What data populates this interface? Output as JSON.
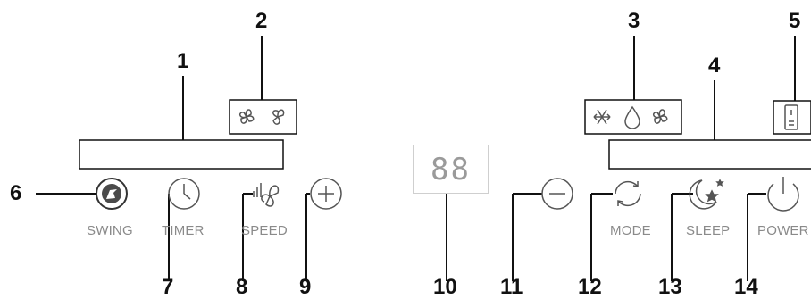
{
  "callouts": [
    "1",
    "2",
    "3",
    "4",
    "5",
    "6",
    "7",
    "8",
    "9",
    "10",
    "11",
    "12",
    "13",
    "14"
  ],
  "buttons": {
    "swing": "SWING",
    "timer": "TIMER",
    "speed": "SPEED",
    "mode": "MODE",
    "sleep": "SLEEP",
    "power": "POWER"
  },
  "display": {
    "value": "88"
  },
  "icons": {
    "fan_indicators": [
      "fan-low-icon",
      "fan-high-icon"
    ],
    "mode_indicators": [
      "snowflake-icon",
      "droplet-icon",
      "fan-icon"
    ],
    "tank_indicator": "water-tank-icon",
    "swing": "swing-icon",
    "timer": "clock-icon",
    "speed": "fan-speed-icon",
    "plus": "plus-icon",
    "minus": "minus-icon",
    "mode": "cycle-arrows-icon",
    "sleep": "moon-stars-icon",
    "power": "power-icon"
  },
  "colors": {
    "line": "#111111",
    "icon": "#555555",
    "label": "#8a8a8a",
    "display_border": "#cfcfcf"
  }
}
